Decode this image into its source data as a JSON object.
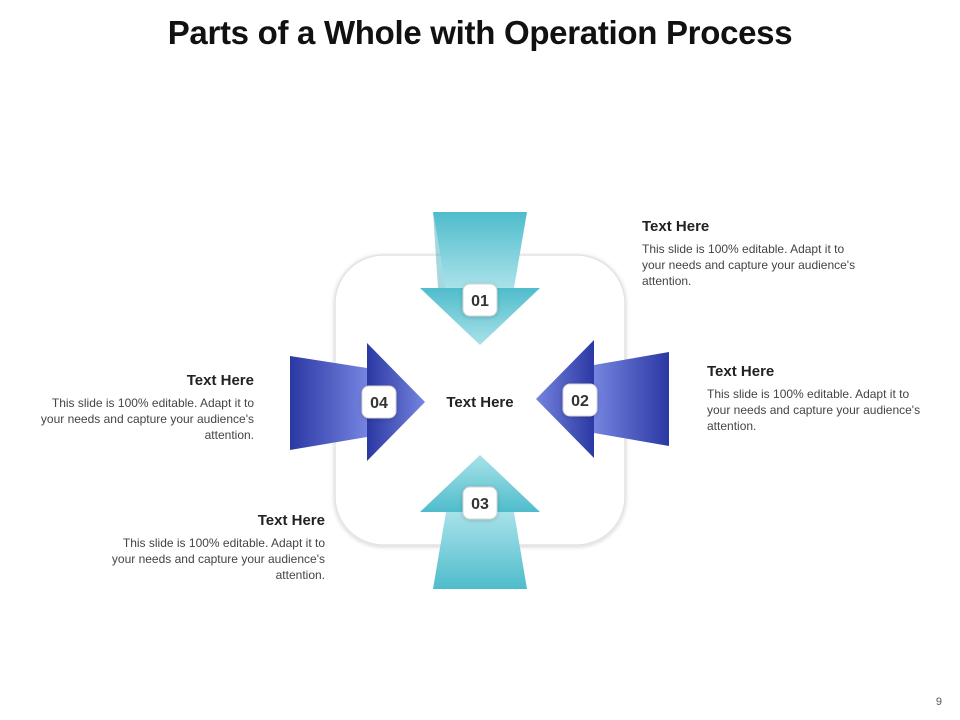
{
  "slide": {
    "title": "Parts of a Whole with Operation Process",
    "page_number": "9",
    "center_label": "Text Here"
  },
  "steps": [
    {
      "number": "01",
      "heading": "Text Here",
      "body": "This slide is 100% editable. Adapt it to your needs and capture your audience's attention."
    },
    {
      "number": "02",
      "heading": "Text Here",
      "body": "This slide is 100% editable. Adapt it to your needs and capture your audience's attention."
    },
    {
      "number": "03",
      "heading": "Text Here",
      "body": "This slide is 100% editable. Adapt it to your needs and capture your audience's attention."
    },
    {
      "number": "04",
      "heading": "Text Here",
      "body": "This slide is 100% editable. Adapt it to your needs and capture your audience's attention."
    }
  ],
  "colors": {
    "teal": "#5fc6d2",
    "teal_light": "#a6e0e8",
    "blue_dark": "#2c3aa6",
    "blue_light": "#6f7fdc"
  }
}
